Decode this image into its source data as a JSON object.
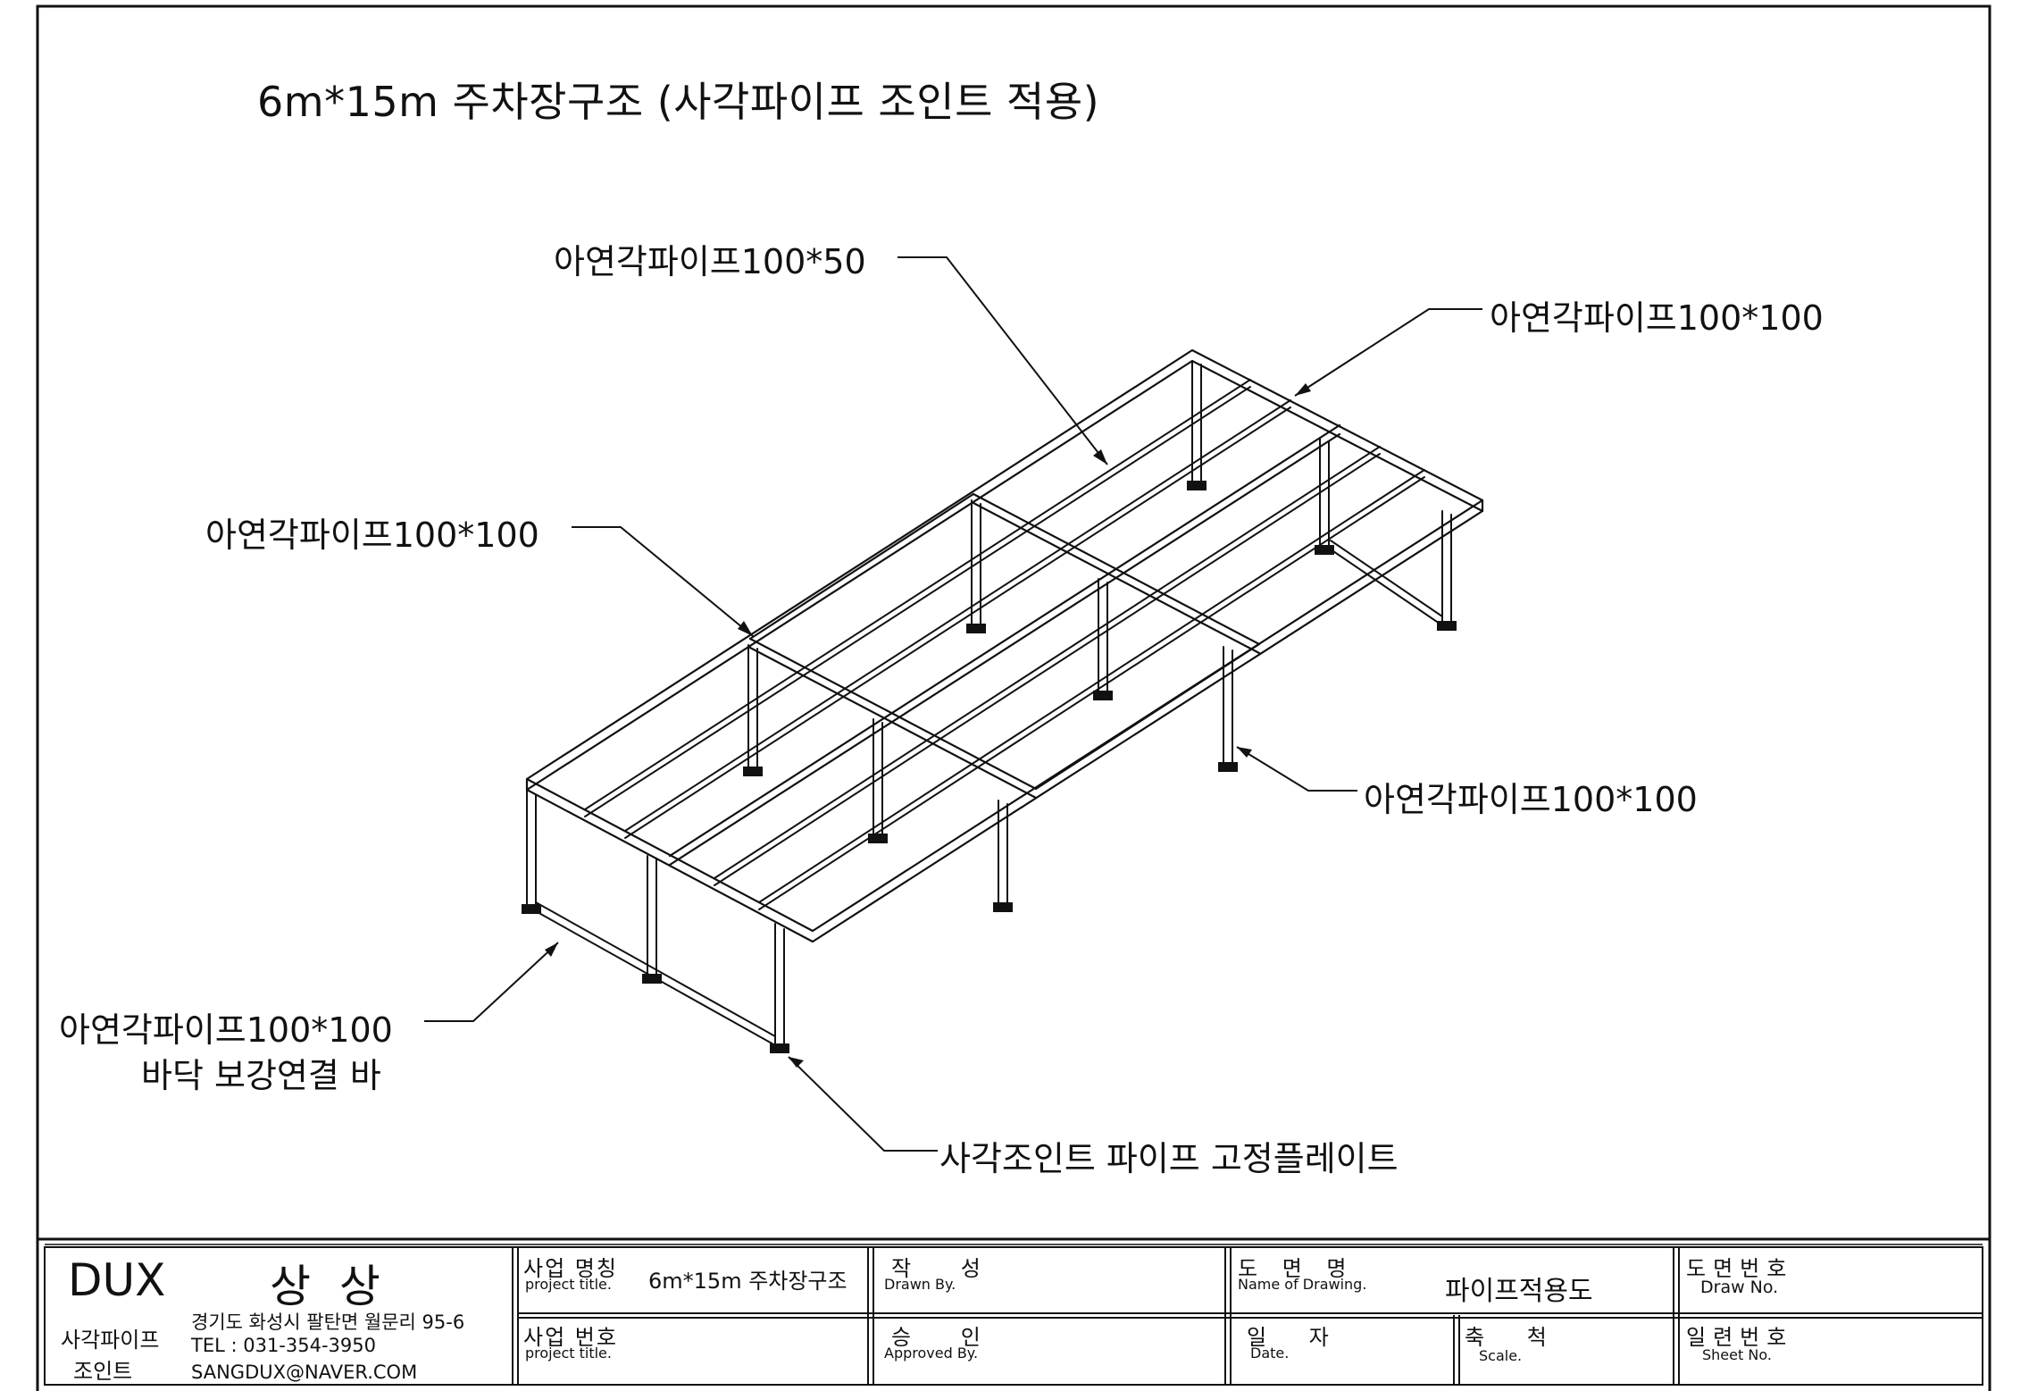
{
  "title": "6m*15m 주차장구조 (사각파이프 조인트 적용)",
  "callouts": {
    "top_joist": "아연각파이프100*50",
    "right_beam": "아연각파이프100*100",
    "left_beam": "아연각파이프100*100",
    "column": "아연각파이프100*100",
    "floor_bar_line1": "아연각파이프100*100",
    "floor_bar_line2": "바닥 보강연결 바",
    "base_plate": "사각조인트 파이프 고정플레이트"
  },
  "title_block": {
    "company": {
      "brand": "DUX",
      "name": "상 상",
      "product_line1": "사각파이프",
      "product_line2": "조인트",
      "address": "경기도 화성시 팔탄면 월문리 95-6",
      "tel": "TEL : 031-354-3950",
      "email": "SANGDUX@NAVER.COM"
    },
    "project_name": {
      "label": "사업 명칭",
      "sub": "project title.",
      "value": "6m*15m 주차장구조"
    },
    "project_no": {
      "label": "사업 번호",
      "sub": "project title.",
      "value": ""
    },
    "drawn_by": {
      "label": "작 성",
      "sub": "Drawn By.",
      "value": ""
    },
    "approved_by": {
      "label": "승 인",
      "sub": "Approved By.",
      "value": ""
    },
    "drawing_name": {
      "label": "도 면 명",
      "sub": "Name of Drawing.",
      "value": "파이프적용도"
    },
    "date": {
      "label": "일 자",
      "sub": "Date.",
      "value": ""
    },
    "scale": {
      "label": "축 척",
      "sub": "Scale.",
      "value": ""
    },
    "drawing_no": {
      "label": "도면번호",
      "sub": "Draw No.",
      "value": ""
    },
    "sheet_no": {
      "label": "일련번호",
      "sub": "Sheet No.",
      "value": ""
    }
  }
}
